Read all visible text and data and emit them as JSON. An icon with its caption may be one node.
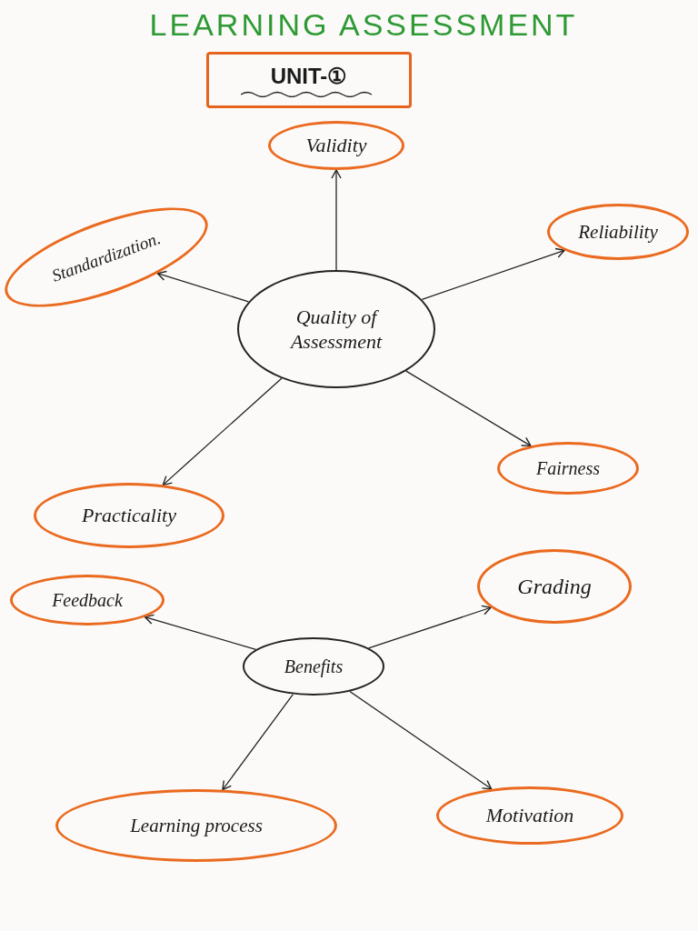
{
  "diagram": {
    "title": "LEARNING ASSESSMENT",
    "nodes": [
      {
        "text": [
          "UNIT-①"
        ]
      },
      {
        "text": [
          "Validity"
        ]
      },
      {
        "text": [
          "Standardization."
        ]
      },
      {
        "text": [
          "Reliability"
        ]
      },
      {
        "text": [
          "Quality of Assessment"
        ]
      },
      {
        "text": [
          "Fairness"
        ]
      },
      {
        "text": [
          "Practicality"
        ]
      },
      {
        "text": [
          "Feedback"
        ]
      },
      {
        "text": [
          "Grading"
        ]
      },
      {
        "text": [
          "Benefits"
        ]
      },
      {
        "text": [
          "Learning process"
        ]
      },
      {
        "text": [
          "Motivation"
        ]
      }
    ],
    "edges": [
      {
        "from": 4,
        "to": 1,
        "arrow": "to"
      },
      {
        "from": 4,
        "to": 3,
        "arrow": "to"
      },
      {
        "from": 4,
        "to": 2,
        "arrow": "to"
      },
      {
        "from": 4,
        "to": 5,
        "arrow": "to"
      },
      {
        "from": 4,
        "to": 6,
        "arrow": "to"
      },
      {
        "from": 9,
        "to": 7,
        "arrow": "to"
      },
      {
        "from": 9,
        "to": 8,
        "arrow": "to"
      },
      {
        "from": 9,
        "to": 10,
        "arrow": "to"
      },
      {
        "from": 9,
        "to": 11,
        "arrow": "to"
      }
    ]
  }
}
